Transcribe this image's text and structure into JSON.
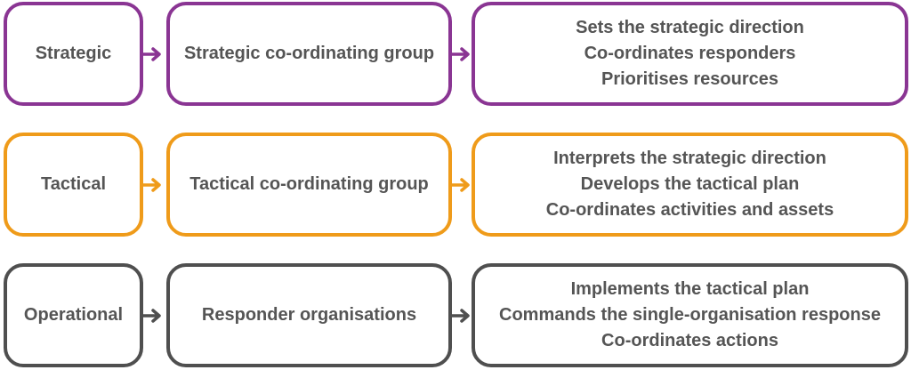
{
  "colors": {
    "strategic": "#8a3593",
    "tactical": "#ef9b1a",
    "operational": "#4f4f4f",
    "text": "#555555"
  },
  "tiers": [
    {
      "level": "Strategic",
      "group": "Strategic co-ordinating group",
      "responsibilities": [
        "Sets the strategic direction",
        "Co-ordinates responders",
        "Prioritises resources"
      ]
    },
    {
      "level": "Tactical",
      "group": "Tactical co-ordinating group",
      "responsibilities": [
        "Interprets the strategic direction",
        "Develops the tactical plan",
        "Co-ordinates activities and assets"
      ]
    },
    {
      "level": "Operational",
      "group": "Responder organisations",
      "responsibilities": [
        "Implements the tactical plan",
        "Commands the single-organisation response",
        "Co-ordinates actions"
      ]
    }
  ]
}
